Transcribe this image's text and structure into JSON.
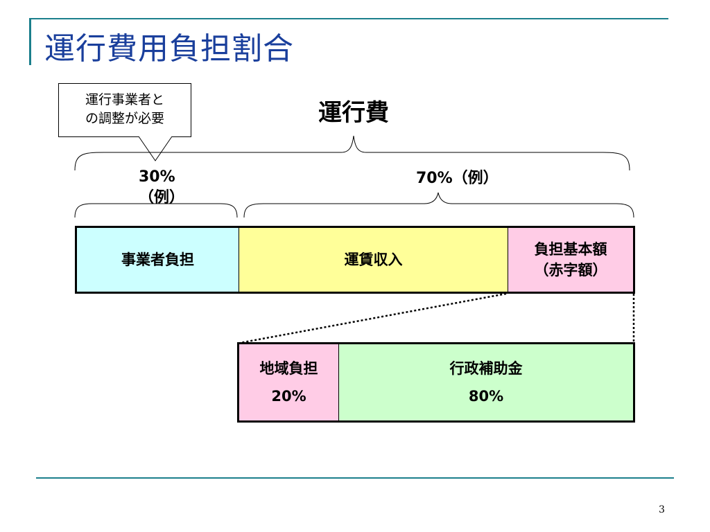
{
  "slide": {
    "title": "運行費用負担割合",
    "page_number": "3"
  },
  "callout": {
    "line1": "運行事業者と",
    "line2": "の調整が必要"
  },
  "cost_label": "運行費",
  "percent_labels": {
    "left_value": "30%",
    "left_note": "（例）",
    "right": "70%（例）"
  },
  "cost_bar": {
    "segments": [
      {
        "label": "事業者負担",
        "share": 0.3
      },
      {
        "label": "運賃収入",
        "share": 0.5
      },
      {
        "label_line1": "負担基本額",
        "label_line2": "（赤字額）",
        "share": 0.2
      }
    ]
  },
  "subsidy_bar": {
    "segments": [
      {
        "label": "地域負担",
        "percent": "20%"
      },
      {
        "label": "行政補助金",
        "percent": "80%"
      }
    ]
  },
  "colors": {
    "title": "#1a3f9c",
    "rule": "#1b7f8c",
    "operator_share": "#ccffff",
    "fare_revenue": "#ffff99",
    "deficit": "#ffcce6",
    "regional": "#ffcce6",
    "government": "#ccffcc"
  }
}
